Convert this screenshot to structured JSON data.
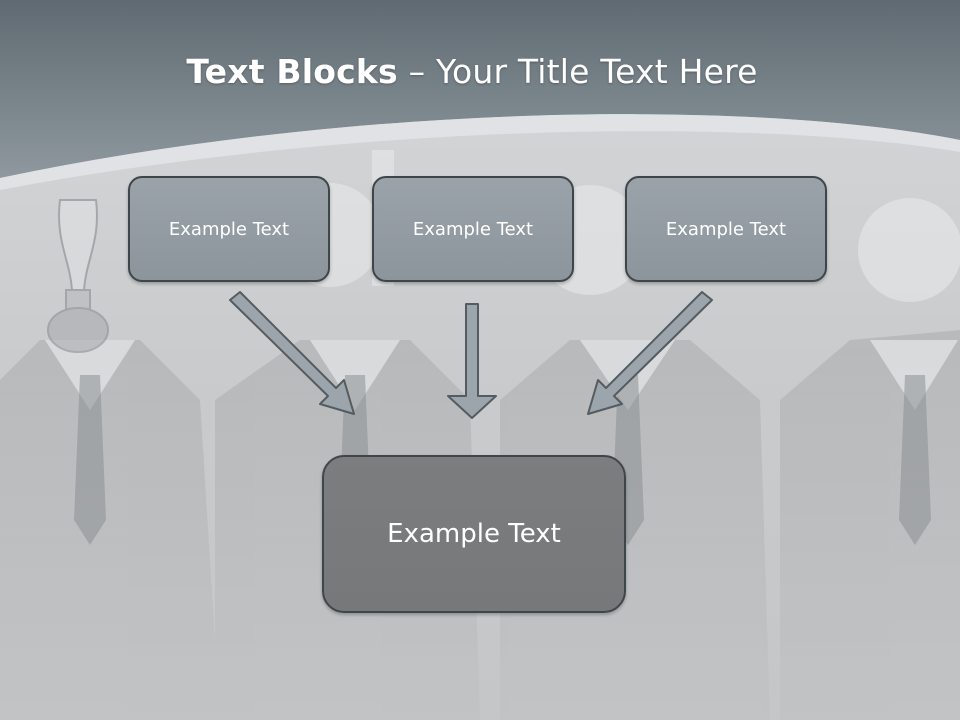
{
  "slide": {
    "title_bold": "Text Blocks",
    "title_rest": " – Your Title Text Here"
  },
  "blocks": [
    {
      "label": "Example Text"
    },
    {
      "label": "Example Text"
    },
    {
      "label": "Example Text"
    }
  ],
  "result_block": {
    "label": "Example Text"
  },
  "colors": {
    "header": "#7f8a92",
    "box_fill": "#959ea4",
    "result_fill": "#787a7c",
    "box_border": "#3f4649",
    "arrow_fill": "#9ca5ab",
    "arrow_stroke": "#555c61"
  }
}
